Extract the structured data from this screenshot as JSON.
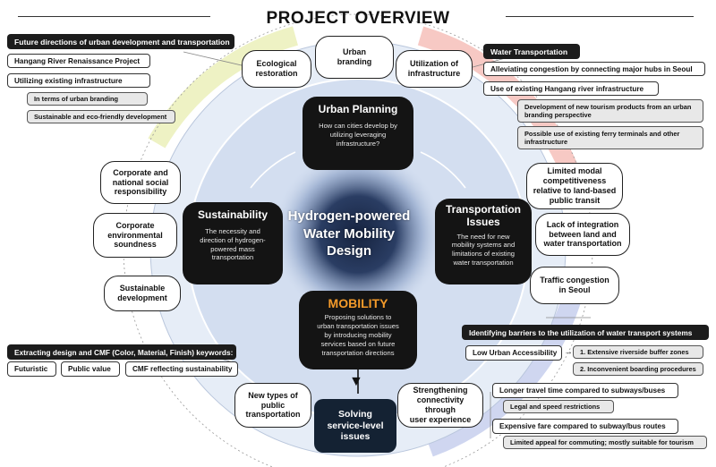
{
  "title": "PROJECT OVERVIEW",
  "left_panel": {
    "header": "Future directions of urban development and transportation",
    "item1": "Hangang River Renaissance Project",
    "item2": "Utilizing existing infrastructure",
    "sub1": "In terms of urban branding",
    "sub2": "Sustainable and eco-friendly development"
  },
  "right_panel": {
    "header": "Water Transportation",
    "item1": "Alleviating congestion by connecting major hubs in Seoul",
    "item2": "Use of existing Hangang river infrastructure",
    "sub1": "Development of new tourism products from an urban branding perspective",
    "sub2": "Possible use of existing ferry terminals and other infrastructure"
  },
  "bottom_left": {
    "header": "Extracting design and CMF (Color, Material, Finish) keywords:",
    "kw1": "Futuristic",
    "kw2": "Public value",
    "kw3": "CMF reflecting sustainability"
  },
  "bottom_right": {
    "header": "Identifying barriers to the utilization of water transport systems",
    "low_access": "Low Urban Accessibility",
    "la_sub1": "1.  Extensive riverside buffer zones",
    "la_sub2": "2.  Inconvenient boarding procedures",
    "travel": "Longer travel time compared to subways/buses",
    "travel_sub": "Legal and speed restrictions",
    "fare": "Expensive fare compared to subway/bus routes",
    "fare_sub": "Limited appeal for commuting; mostly suitable for tourism"
  },
  "center": {
    "title": "Hydrogen-powered\nWater Mobility\nDesign"
  },
  "urban_planning": {
    "title": "Urban Planning",
    "desc": "How can cities develop by\nutilizing leveraging\ninfrastructure?"
  },
  "sustainability": {
    "title": "Sustainability",
    "desc": "The necessity and\ndirection of hydrogen-\npowered mass\ntransportation"
  },
  "transportation": {
    "title": "Transportation\nIssues",
    "desc": "The need for new\nmobility systems and\nlimitations of existing\nwater transportation"
  },
  "mobility": {
    "title": "MOBILITY",
    "desc": "Proposing solutions to\nurban transportation issues\nby introducing mobility\nservices based on future\ntransportation directions"
  },
  "solving": "Solving\nservice-level\nissues",
  "bubbles": {
    "ecological": "Ecological\nrestoration",
    "urban_branding": "Urban\nbranding",
    "infrastructure": "Utilization of\ninfrastructure",
    "csr": "Corporate and\nnational social\nresponsibility",
    "env": "Corporate\nenvironmental\nsoundness",
    "sustainable": "Sustainable\ndevelopment",
    "modal": "Limited modal\ncompetitiveness\nrelative to land-based\npublic transit",
    "integration": "Lack of integration\nbetween land and\nwater transportation",
    "traffic": "Traffic congestion\nin Seoul",
    "new_public": "New types of\npublic\ntransportation",
    "strengthening": "Strengthening\nconnectivity through\nuser experience"
  },
  "colors": {
    "yellow_arc": "#eef2c4",
    "red_arc": "#f7c9c4",
    "blue_arc": "#cfd6f0",
    "outer_circle": "#dfe8f5",
    "inner_circle": "#c9d6ea",
    "center_glow": "#1d2c4a",
    "dark_box": "#141414",
    "mobility_orange": "#f39a2a",
    "solve_box": "#142233"
  }
}
